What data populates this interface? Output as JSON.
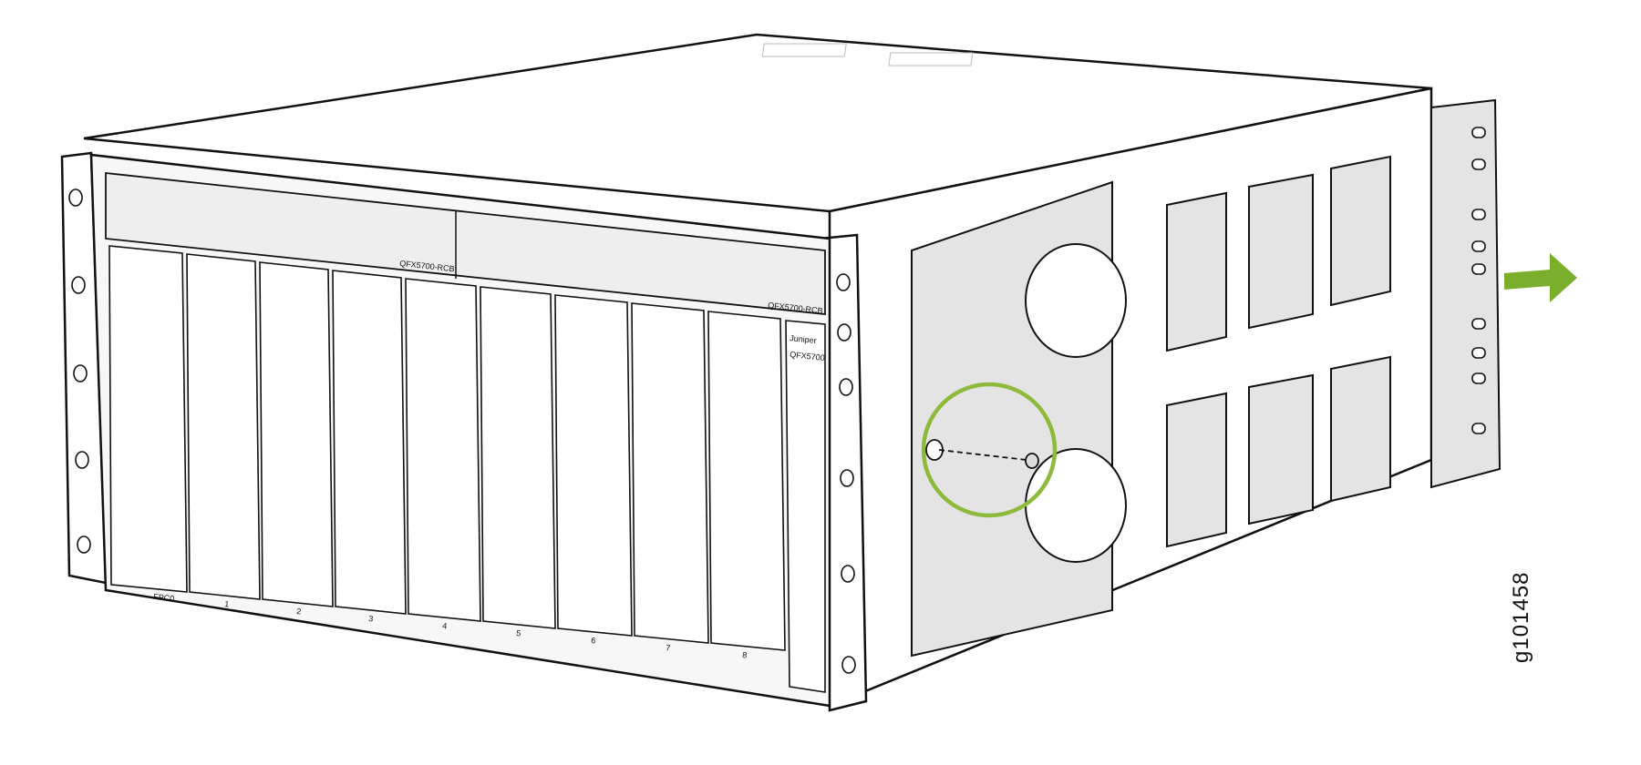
{
  "figure": {
    "id_label": "g101458",
    "direction_arrow": "right-arrow-icon",
    "callout": "screw-callout",
    "colors": {
      "outline": "#111111",
      "panel_gray": "#e4e4e4",
      "callout_ring": "#8dba3a",
      "arrow": "#7aaf2c"
    }
  },
  "chassis": {
    "model_label": "QFX5700",
    "brand_label": "Juniper",
    "rcb_labels": [
      "QFX5700-RCB",
      "QFX5700-RCB"
    ],
    "fpc_slot_labels": [
      "FPC0",
      "1",
      "2",
      "3",
      "4",
      "5",
      "6",
      "7",
      "8"
    ]
  }
}
